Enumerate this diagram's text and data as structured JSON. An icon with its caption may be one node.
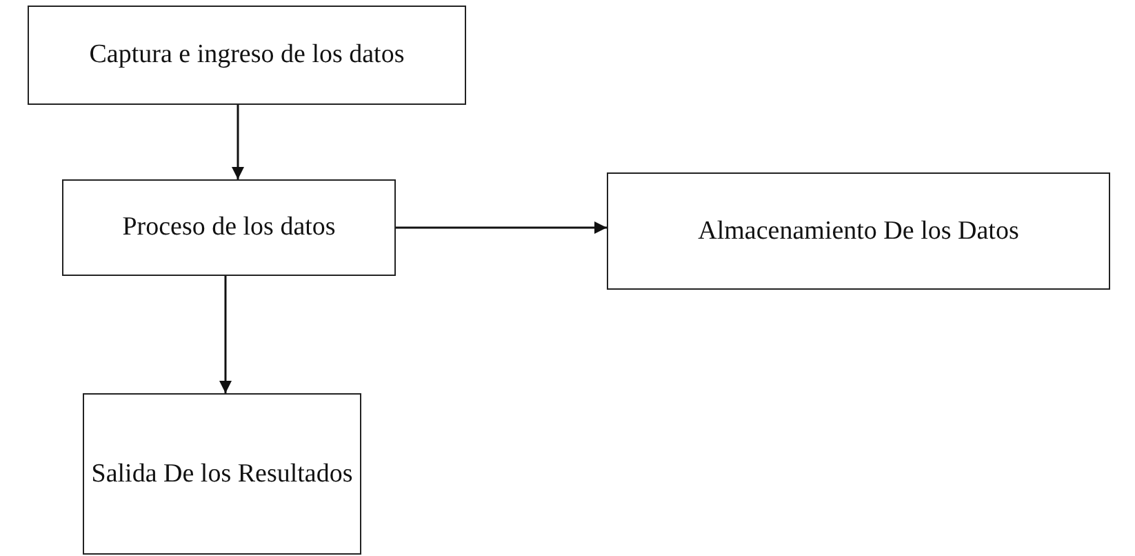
{
  "diagram": {
    "nodes": [
      {
        "text": [
          "Captura e ingreso de los datos"
        ]
      },
      {
        "text": [
          "Proceso de los datos"
        ]
      },
      {
        "text": [
          "Almacenamiento De los Datos"
        ]
      },
      {
        "text": [
          "Salida De los Resultados"
        ]
      }
    ],
    "edges": [
      {
        "from": 0,
        "to": 1,
        "arrow": "to"
      },
      {
        "from": 1,
        "to": 2,
        "arrow": "to"
      },
      {
        "from": 1,
        "to": 3,
        "arrow": "to"
      }
    ]
  }
}
